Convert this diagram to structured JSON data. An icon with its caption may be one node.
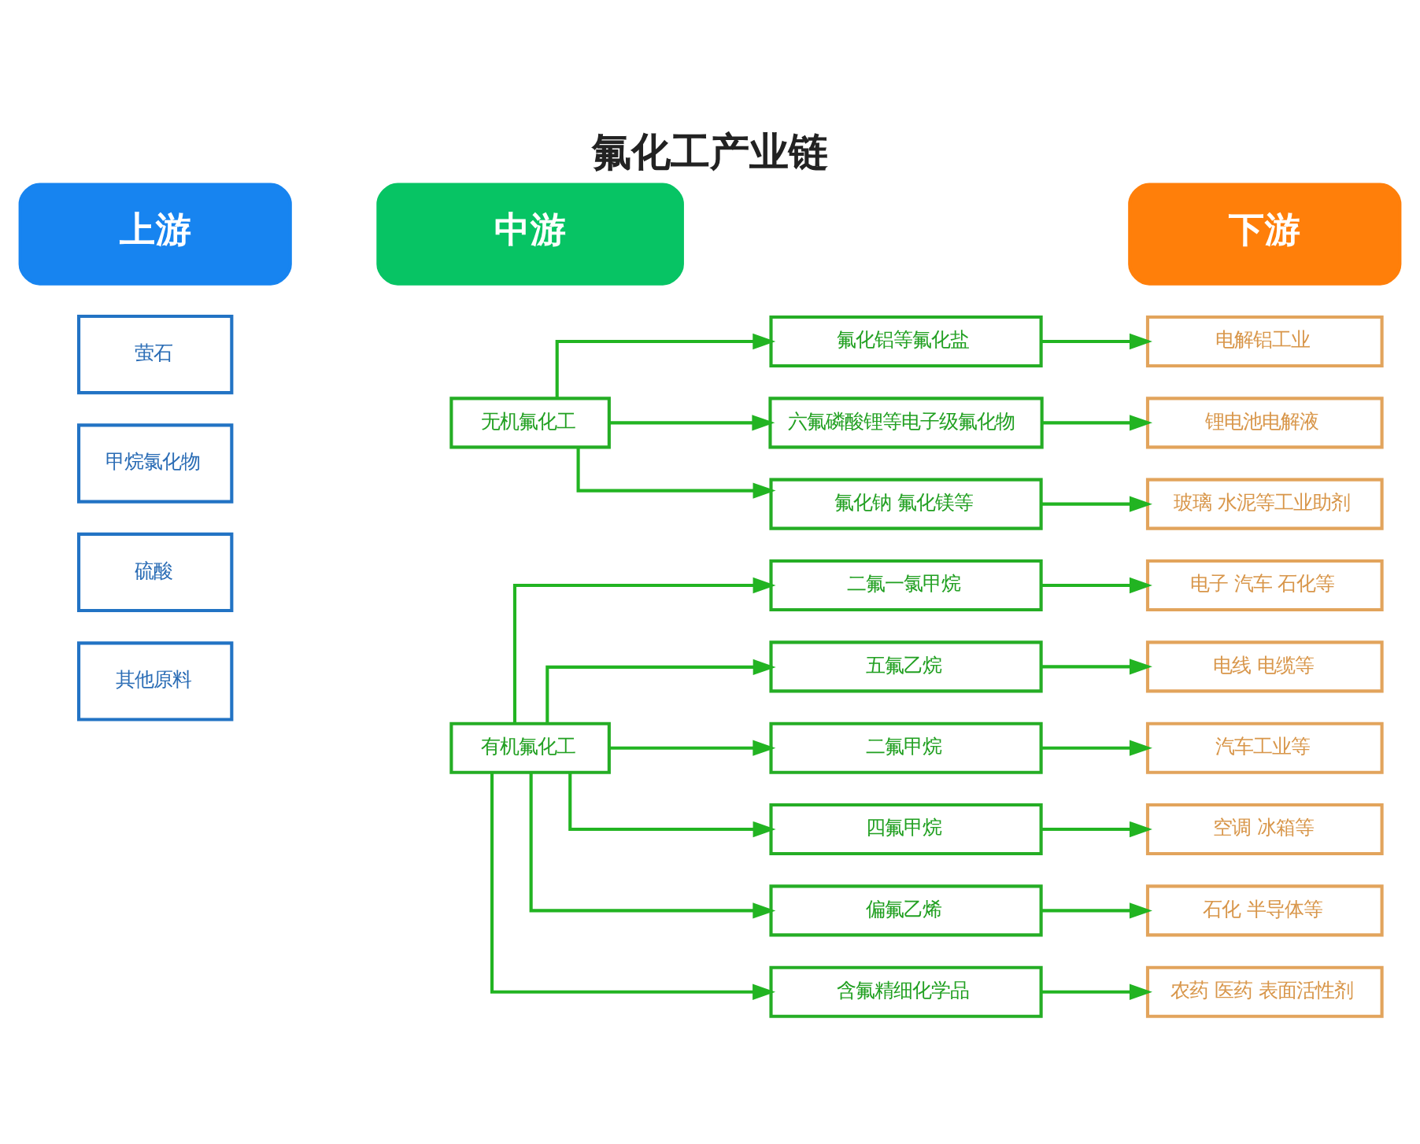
{
  "diagram": {
    "title": "氟化工产业链",
    "nodes": [
      {
        "text": [
          "上游"
        ]
      },
      {
        "text": [
          "中游"
        ]
      },
      {
        "text": [
          "下游"
        ]
      },
      {
        "text": [
          "萤石"
        ]
      },
      {
        "text": [
          "甲烷氯化物"
        ]
      },
      {
        "text": [
          "硫酸"
        ]
      },
      {
        "text": [
          "其他原料"
        ]
      },
      {
        "text": [
          "无机氟化工"
        ]
      },
      {
        "text": [
          "氟化铝等氟化盐"
        ]
      },
      {
        "text": [
          "六氟磷酸锂等电子级氟化物"
        ]
      },
      {
        "text": [
          "氟化钠 氟化镁等"
        ]
      },
      {
        "text": [
          "电解铝工业"
        ]
      },
      {
        "text": [
          "锂电池电解液"
        ]
      },
      {
        "text": [
          "玻璃 水泥等工业助剂"
        ]
      },
      {
        "text": [
          "有机氟化工"
        ]
      },
      {
        "text": [
          "二氟一氯甲烷"
        ]
      },
      {
        "text": [
          "五氟乙烷"
        ]
      },
      {
        "text": [
          "二氟甲烷"
        ]
      },
      {
        "text": [
          "四氟甲烷"
        ]
      },
      {
        "text": [
          "偏氟乙烯"
        ]
      },
      {
        "text": [
          "含氟精细化学品"
        ]
      },
      {
        "text": [
          "电子 汽车 石化等"
        ]
      },
      {
        "text": [
          "电线 电缆等"
        ]
      },
      {
        "text": [
          "汽车工业等"
        ]
      },
      {
        "text": [
          "空调 冰箱等"
        ]
      },
      {
        "text": [
          "石化 半导体等"
        ]
      },
      {
        "text": [
          "农药 医药 表面活性剂"
        ]
      }
    ],
    "edges": [
      {
        "from": 7,
        "to": 8,
        "arrow": "to"
      },
      {
        "from": 7,
        "to": 9,
        "arrow": "to"
      },
      {
        "from": 7,
        "to": 10,
        "arrow": "to"
      },
      {
        "from": 8,
        "to": 11,
        "arrow": "to"
      },
      {
        "from": 9,
        "to": 12,
        "arrow": "to"
      },
      {
        "from": 10,
        "to": 13,
        "arrow": "to"
      },
      {
        "from": 14,
        "to": 15,
        "arrow": "to"
      },
      {
        "from": 14,
        "to": 16,
        "arrow": "to"
      },
      {
        "from": 14,
        "to": 17,
        "arrow": "to"
      },
      {
        "from": 14,
        "to": 18,
        "arrow": "to"
      },
      {
        "from": 14,
        "to": 19,
        "arrow": "to"
      },
      {
        "from": 14,
        "to": 20,
        "arrow": "to"
      },
      {
        "from": 15,
        "to": 21,
        "arrow": "to"
      },
      {
        "from": 16,
        "to": 22,
        "arrow": "to"
      },
      {
        "from": 17,
        "to": 23,
        "arrow": "to"
      },
      {
        "from": 18,
        "to": 24,
        "arrow": "to"
      },
      {
        "from": 19,
        "to": 25,
        "arrow": "to"
      },
      {
        "from": 20,
        "to": 26,
        "arrow": "to"
      }
    ]
  }
}
